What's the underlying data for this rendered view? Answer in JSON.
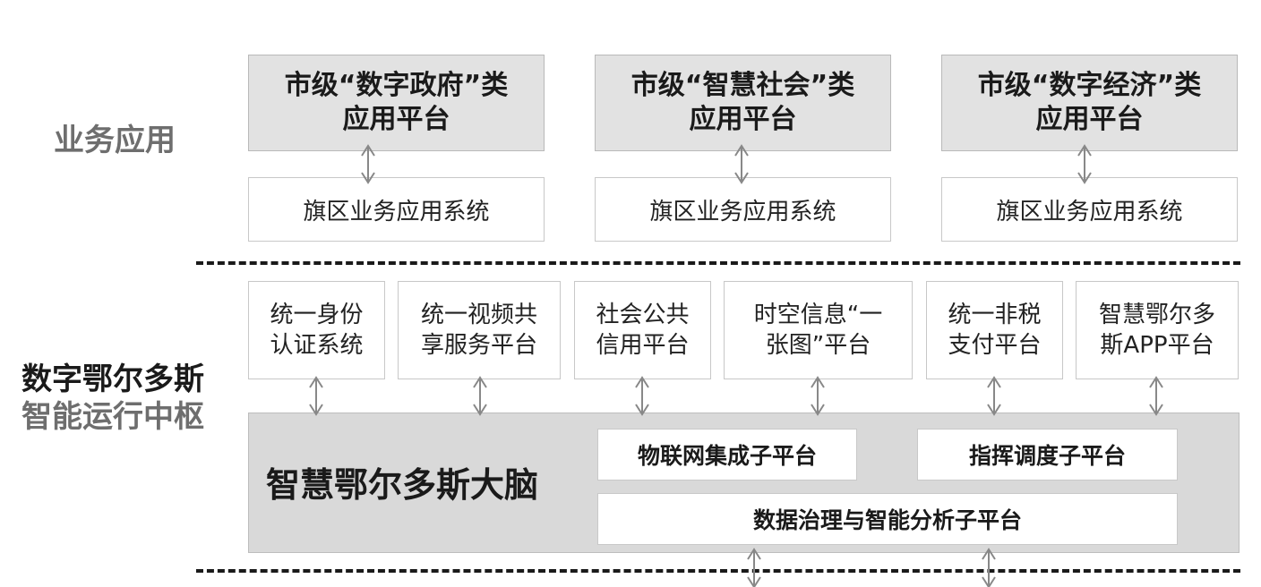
{
  "sections": {
    "business": "业务应用",
    "hub_line1": "数字鄂尔多斯",
    "hub_line2": "智能运行中枢"
  },
  "city_platforms": [
    {
      "line1": "市级“数字政府”类",
      "line2": "应用平台"
    },
    {
      "line1": "市级“智慧社会”类",
      "line2": "应用平台"
    },
    {
      "line1": "市级“数字经济”类",
      "line2": "应用平台"
    }
  ],
  "district_systems": [
    "旗区业务应用系统",
    "旗区业务应用系统",
    "旗区业务应用系统"
  ],
  "middle_platforms": [
    {
      "line1": "统一身份",
      "line2": "认证系统"
    },
    {
      "line1": "统一视频共",
      "line2": "享服务平台"
    },
    {
      "line1": "社会公共",
      "line2": "信用平台"
    },
    {
      "line1": "时空信息“一",
      "line2": "张图”平台"
    },
    {
      "line1": "统一非税",
      "line2": "支付平台"
    },
    {
      "line1": "智慧鄂尔多",
      "line2": "斯APP平台"
    }
  ],
  "brain": {
    "title": "智慧鄂尔多斯大脑",
    "iot": "物联网集成子平台",
    "command": "指挥调度子平台",
    "data": "数据治理与智能分析子平台"
  }
}
